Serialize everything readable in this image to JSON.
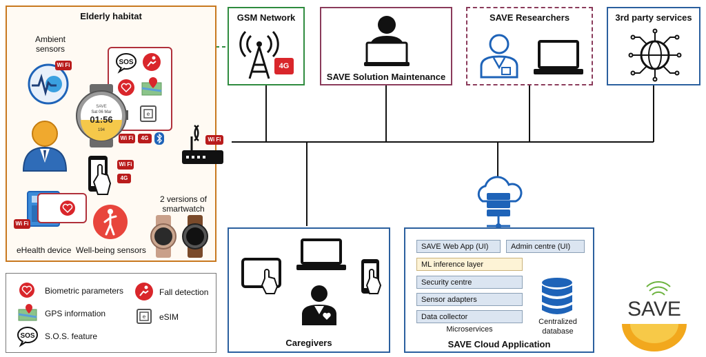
{
  "elderly_habitat": {
    "title": "Elderly habitat",
    "ambient_sensors": "Ambient\nsensors",
    "watch_date": "Sat 06 Mar",
    "watch_time": "01:56",
    "watch_steps": "194",
    "watch_brand": "SAVE",
    "two_versions": "2 versions of\nsmartwatch",
    "ehealth_device": "eHealth device",
    "wellbeing_sensors": "Well-being sensors"
  },
  "gsm": {
    "title": "GSM Network"
  },
  "maintenance": {
    "title": "SAVE Solution Maintenance"
  },
  "researchers": {
    "title": "SAVE Researchers"
  },
  "third_party": {
    "title": "3rd party services"
  },
  "caregivers": {
    "title": "Caregivers"
  },
  "cloud": {
    "title": "SAVE Cloud Application",
    "web_app": "SAVE Web App (UI)",
    "admin_centre": "Admin centre (UI)",
    "ml_layer": "ML inference layer",
    "security_centre": "Security centre",
    "sensor_adapters": "Sensor adapters",
    "data_collector": "Data collector",
    "microservices": "Microservices",
    "database": "Centralized\ndatabase"
  },
  "legend": {
    "biometric": "Biometric parameters",
    "fall": "Fall detection",
    "gps": "GPS information",
    "esim": "eSIM",
    "sos": "S.O.S. feature"
  },
  "logo": {
    "text": "SAVE"
  },
  "badges": {
    "wifi": "Wi Fi",
    "lte": "4G",
    "sos": "SOS"
  },
  "colors": {
    "habitat_border": "#c8781e",
    "gsm_border": "#2e8b3e",
    "maintenance_border": "#8a3a5a",
    "researchers_border": "#8a3a5a",
    "third_party_border": "#2a5f9e",
    "cloud_border": "#2a5f9e",
    "accent_red": "#d9262b",
    "icon_blue": "#1e63b8"
  }
}
